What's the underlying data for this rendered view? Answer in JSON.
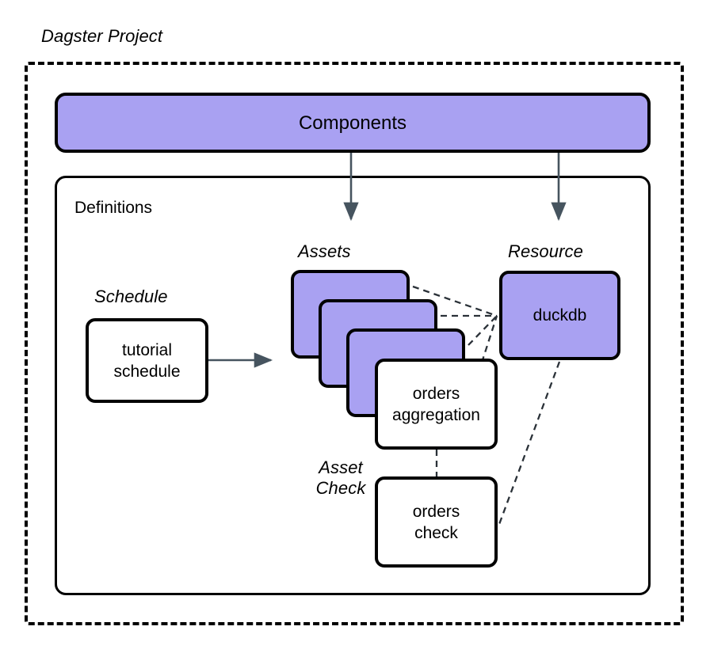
{
  "diagram": {
    "title": "Dagster Project",
    "project_frame": {
      "label": "Dagster Project"
    },
    "components": {
      "label": "Components"
    },
    "definitions": {
      "label": "Definitions"
    },
    "groups": {
      "assets": "Assets",
      "resource": "Resource",
      "schedule": "Schedule",
      "asset_check": "Asset\nCheck"
    },
    "nodes": {
      "schedule": "tutorial\nschedule",
      "orders_aggregation": "orders\naggregation",
      "orders_check": "orders\ncheck",
      "duckdb": "duckdb",
      "asset_card_1": "",
      "asset_card_2": "",
      "asset_card_3": ""
    },
    "colors": {
      "node_purple": "#a9a1f2",
      "node_white": "#ffffff",
      "stroke": "#000000",
      "arrow": "#46545f",
      "dashed_link": "#2a3138",
      "background": "#ffffff"
    },
    "edges": [
      {
        "from": "components",
        "to": "assets",
        "style": "solid-arrow"
      },
      {
        "from": "components",
        "to": "resource",
        "style": "solid-arrow"
      },
      {
        "from": "schedule",
        "to": "assets",
        "style": "solid-arrow"
      },
      {
        "from": "asset_card_1",
        "to": "duckdb",
        "style": "dashed"
      },
      {
        "from": "asset_card_2",
        "to": "duckdb",
        "style": "dashed"
      },
      {
        "from": "asset_card_3",
        "to": "duckdb",
        "style": "dashed"
      },
      {
        "from": "orders_aggregation",
        "to": "duckdb",
        "style": "dashed"
      },
      {
        "from": "orders_aggregation",
        "to": "orders_check",
        "style": "dashed"
      },
      {
        "from": "duckdb",
        "to": "orders_check",
        "style": "dashed"
      }
    ]
  }
}
